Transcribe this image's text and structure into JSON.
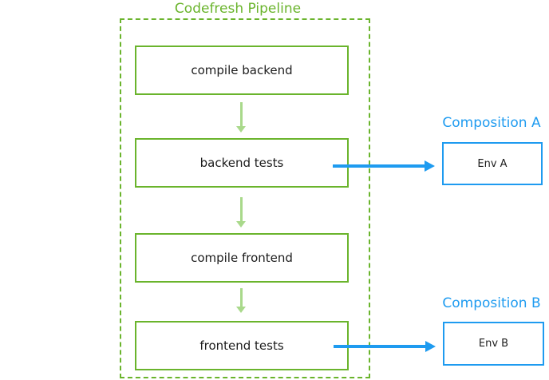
{
  "pipeline": {
    "title": "Codefresh Pipeline",
    "steps": [
      "compile backend",
      "backend tests",
      "compile frontend",
      "frontend tests"
    ]
  },
  "compositions": [
    {
      "label": "Composition A",
      "env_label": "Env A"
    },
    {
      "label": "Composition B",
      "env_label": "Env B"
    }
  ],
  "colors": {
    "green": "#6ab42c",
    "light_green": "#a9d98b",
    "blue": "#1e9bf0",
    "text": "#1c1c1c",
    "background": "#ffffff"
  }
}
